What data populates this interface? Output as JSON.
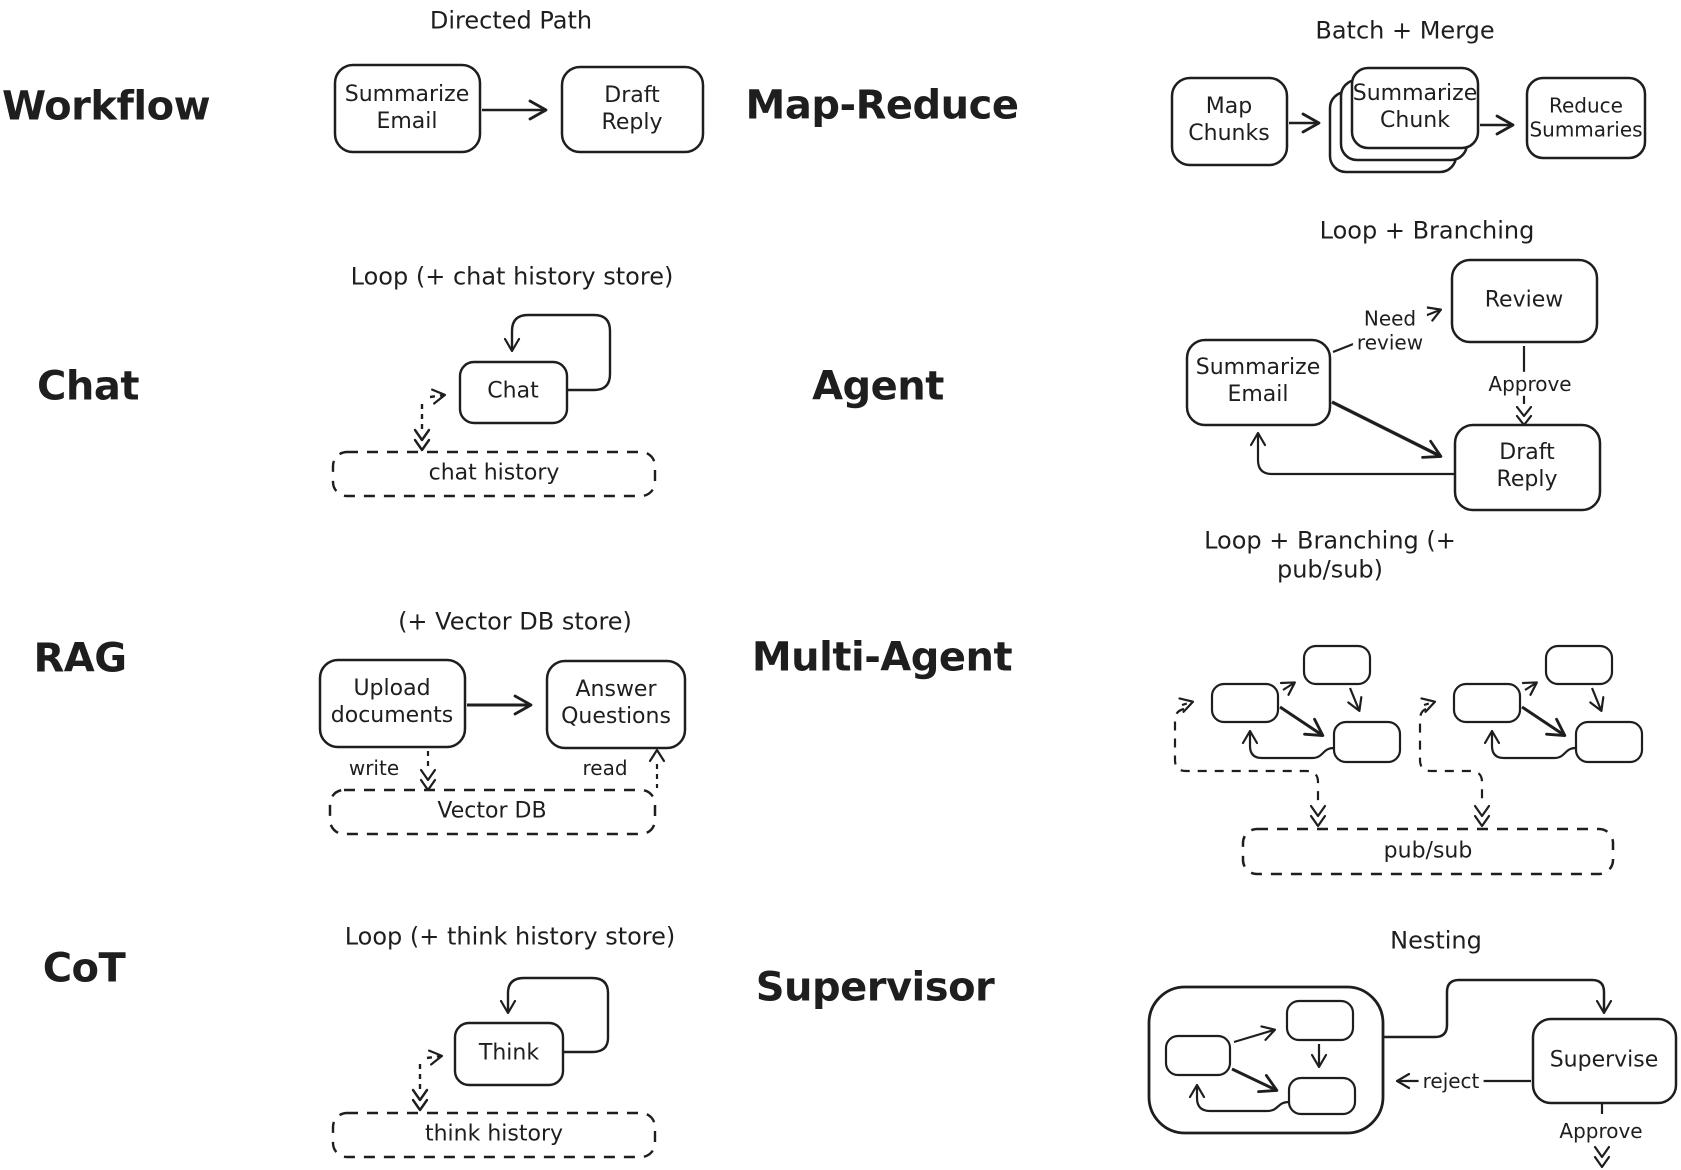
{
  "canvas": {
    "ink": "#1e1e1e",
    "background": "#ffffff"
  },
  "sections": {
    "workflow": {
      "label": "Workflow",
      "title": "Directed Path",
      "nodes": {
        "summarize_email": "Summarize\nEmail",
        "draft_reply": "Draft\nReply"
      }
    },
    "map_reduce": {
      "label": "Map-Reduce",
      "title": "Batch + Merge",
      "nodes": {
        "map_chunks": "Map\nChunks",
        "summarize_chunk": "Summarize\nChunk",
        "reduce_summaries": "Reduce\nSummaries"
      }
    },
    "chat": {
      "label": "Chat",
      "title": "Loop (+ chat history store)",
      "nodes": {
        "chat": "Chat",
        "chat_history": "chat history"
      }
    },
    "agent": {
      "label": "Agent",
      "title": "Loop + Branching",
      "nodes": {
        "summarize_email": "Summarize\nEmail",
        "review": "Review",
        "draft_reply": "Draft\nReply"
      },
      "edges": {
        "need_review": "Need\nreview",
        "approve": "Approve"
      }
    },
    "rag": {
      "label": "RAG",
      "title": "(+ Vector DB store)",
      "nodes": {
        "upload_documents": "Upload\ndocuments",
        "answer_questions": "Answer\nQuestions",
        "vector_db": "Vector DB"
      },
      "edges": {
        "write": "write",
        "read": "read"
      }
    },
    "multi_agent": {
      "label": "Multi-Agent",
      "title": "Loop + Branching (+ pub/sub)",
      "nodes": {
        "pub_sub": "pub/sub"
      }
    },
    "cot": {
      "label": "CoT",
      "title": "Loop (+ think history store)",
      "nodes": {
        "think": "Think",
        "think_history": "think history"
      }
    },
    "supervisor": {
      "label": "Supervisor",
      "title": "Nesting",
      "nodes": {
        "supervise": "Supervise"
      },
      "edges": {
        "reject": "reject",
        "approve": "Approve"
      }
    }
  }
}
